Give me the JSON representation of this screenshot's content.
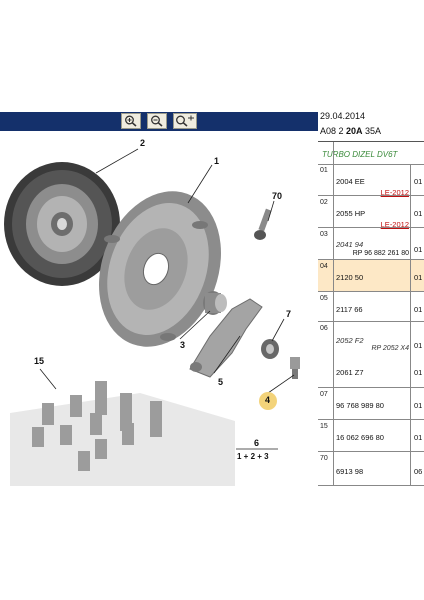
{
  "toolbar": {
    "buttons": [
      {
        "name": "zoom-in-icon",
        "glyph": "+"
      },
      {
        "name": "zoom-out-icon",
        "glyph": "−"
      },
      {
        "name": "zoom-fit-icon",
        "glyph": "+"
      }
    ],
    "background": "#14306b"
  },
  "header": {
    "date": "29.04.2014",
    "code_prefix": "A08 2 ",
    "code_bold": "20A",
    "code_suffix": " 35A",
    "engine": "TURBO DIZEL DV6T"
  },
  "diagram": {
    "labels": {
      "l1": "1",
      "l2": "2",
      "l3": "3",
      "l4": "4",
      "l5": "5",
      "l6": "6",
      "l6sub": "1 + 2 + 3",
      "l7": "7",
      "l15": "15",
      "l70": "70"
    }
  },
  "table": {
    "rows": [
      {
        "num": "01",
        "ref": "2004 EE",
        "note": "LE-2012",
        "qty": "01",
        "highlight": false
      },
      {
        "num": "02",
        "ref": "2055 HP",
        "note": "LE-2012",
        "qty": "01",
        "highlight": false
      },
      {
        "num": "03",
        "ref": "2041 94",
        "sub": "RP 96 882 261 80",
        "qty": "01",
        "highlight": false
      },
      {
        "num": "04",
        "ref": "2120 50",
        "qty": "01",
        "highlight": true
      },
      {
        "num": "05",
        "ref": "2117 66",
        "qty": "01",
        "highlight": false
      },
      {
        "num": "06",
        "ref": "2052 F2",
        "sub": "RP 2052 X4",
        "ref2": "2061 Z7",
        "qty": "01",
        "qty2": "01",
        "highlight": false
      },
      {
        "num": "07",
        "ref": "96 768 989 80",
        "qty": "01",
        "highlight": false
      },
      {
        "num": "15",
        "ref": "16 062 696 80",
        "qty": "01",
        "highlight": false
      },
      {
        "num": "70",
        "ref": "6913 98",
        "qty": "06",
        "highlight": false
      }
    ]
  },
  "colors": {
    "highlight": "#fde8c6",
    "note_red": "#c01010",
    "engine_green": "#3a8a3a",
    "callout": "#f3d37a"
  }
}
